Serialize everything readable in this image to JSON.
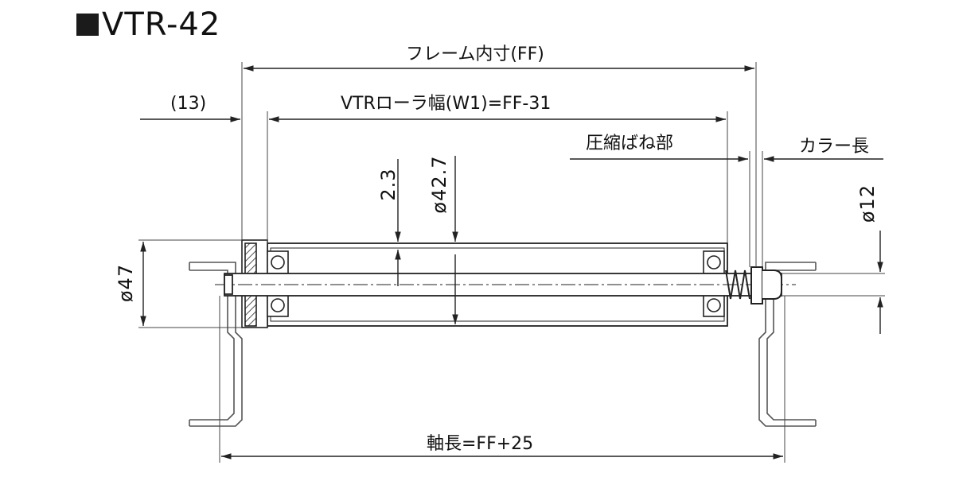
{
  "title": "VTR-42",
  "dimensions": {
    "frame_inner": "フレーム内寸(FF)",
    "offset_13": "(13)",
    "roller_width": "VTRローラ幅(W1)=FF-31",
    "spring_section": "圧縮ばね部",
    "collar_length": "カラー長",
    "thickness": "2.3",
    "roller_diameter": "ø42.7",
    "outer_diameter": "ø47",
    "shaft_diameter": "ø12",
    "shaft_length": "軸長=FF+25"
  },
  "colors": {
    "line": "#222222",
    "frame": "#555555",
    "title_square": "#1b1b1b"
  }
}
